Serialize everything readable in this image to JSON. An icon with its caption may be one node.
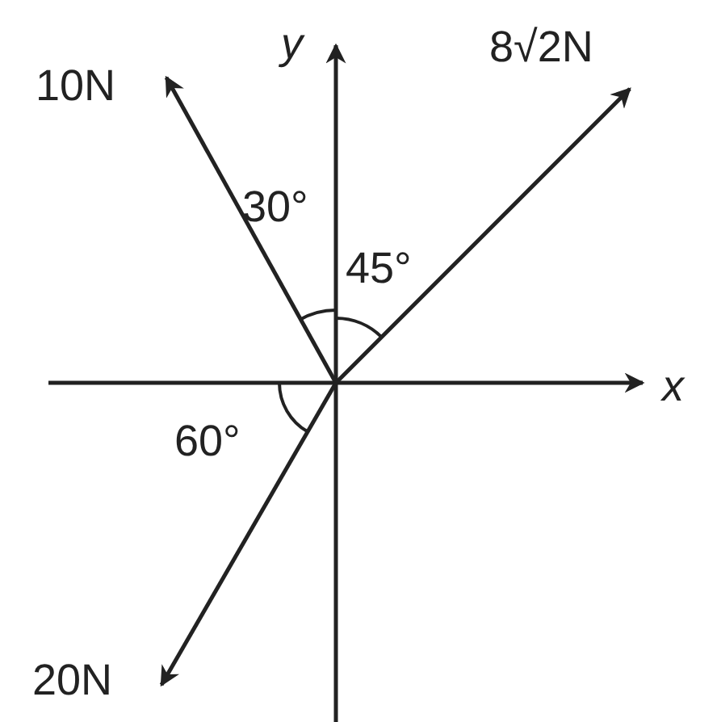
{
  "diagram": {
    "labels": [
      "y",
      "8√2N",
      "10N",
      "30°",
      "45°",
      "x",
      "60°",
      "20N"
    ]
  }
}
